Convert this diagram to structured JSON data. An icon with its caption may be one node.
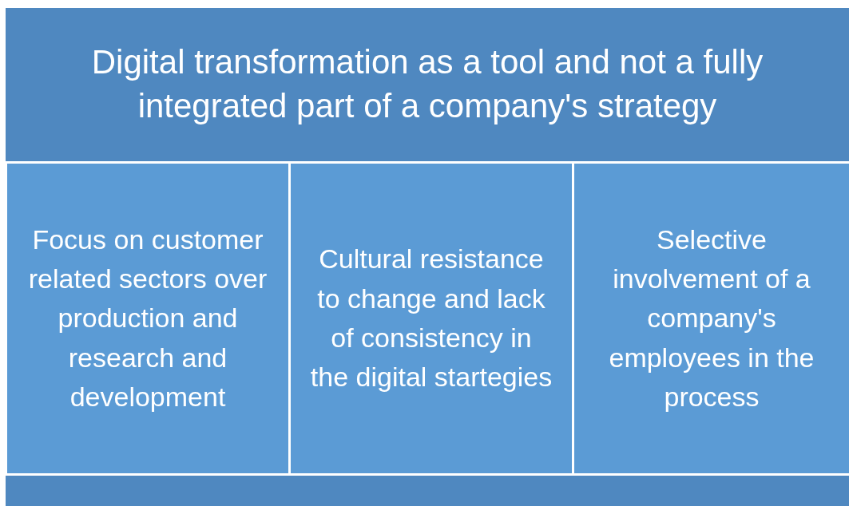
{
  "diagram": {
    "nodes": [
      {
        "text": [
          "Digital transformation as a tool and not a fully integrated part of a company's strategy"
        ]
      },
      {
        "text": [
          "Focus on customer related sectors over production and research and development"
        ]
      },
      {
        "text": [
          "Cultural resistance to change and lack of consistency in the digital startegies"
        ]
      },
      {
        "text": [
          "Selective involvement of a company's employees in the process"
        ]
      },
      {
        "text": [],
        "shape": "bar"
      }
    ]
  }
}
